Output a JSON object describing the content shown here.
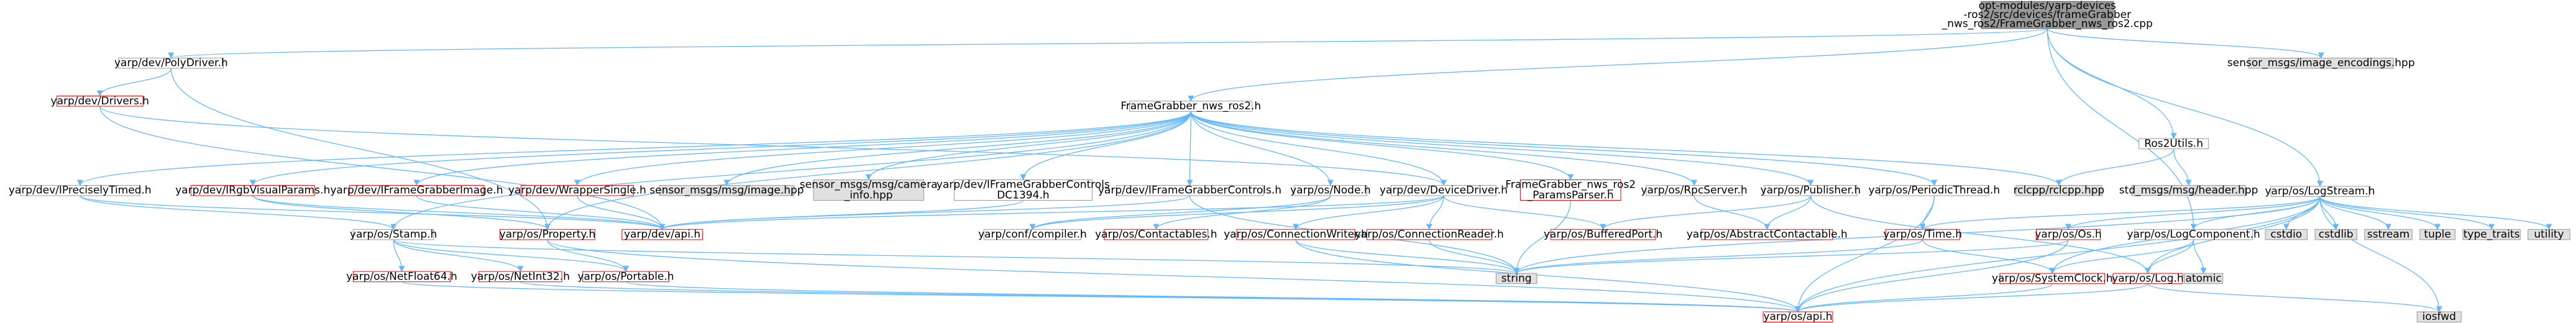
{
  "diagram": {
    "colors": {
      "edge": "#63b8ff",
      "edge_alt": "#aaaaaa",
      "root_fill": "#999999",
      "root_border": "#666666",
      "normal_fill": "#ffffff",
      "normal_border": "#999999",
      "external_fill": "#e0e0e0",
      "external_border": "#999999",
      "link_border": "#ff0000"
    },
    "nodes": [
      {
        "id": "root",
        "style": "root",
        "lines": [
          "opt-modules/yarp-devices",
          "-ros2/src/devices/frameGrabber",
          "_nws_ros2/FrameGrabber_nws_ros2.cpp"
        ]
      },
      {
        "id": "polydriver",
        "style": "normal",
        "lines": [
          "yarp/dev/PolyDriver.h"
        ]
      },
      {
        "id": "drivers",
        "style": "link",
        "lines": [
          "yarp/dev/Drivers.h"
        ]
      },
      {
        "id": "fgh",
        "style": "normal",
        "lines": [
          "FrameGrabber_nws_ros2.h"
        ]
      },
      {
        "id": "ros2utils",
        "style": "normal",
        "lines": [
          "Ros2Utils.h"
        ]
      },
      {
        "id": "sensor_enc",
        "style": "external",
        "lines": [
          "sensor_msgs/image_encodings.hpp"
        ]
      },
      {
        "id": "logstream",
        "style": "normal",
        "lines": [
          "yarp/os/LogStream.h"
        ]
      },
      {
        "id": "precisely",
        "style": "normal",
        "lines": [
          "yarp/dev/IPreciselyTimed.h"
        ]
      },
      {
        "id": "rgbvisual",
        "style": "link",
        "lines": [
          "yarp/dev/IRgbVisualParams.h"
        ]
      },
      {
        "id": "fgimage",
        "style": "link",
        "lines": [
          "yarp/dev/IFrameGrabberImage.h"
        ]
      },
      {
        "id": "wrapper",
        "style": "link",
        "lines": [
          "yarp/dev/WrapperSingle.h"
        ]
      },
      {
        "id": "sensor_image",
        "style": "external",
        "lines": [
          "sensor_msgs/msg/image.hpp"
        ]
      },
      {
        "id": "sensor_caminfo",
        "style": "external",
        "lines": [
          "sensor_msgs/msg/camera",
          "_info.hpp"
        ]
      },
      {
        "id": "fgcontrols1394",
        "style": "normal",
        "lines": [
          "yarp/dev/IFrameGrabberControls",
          "DC1394.h"
        ]
      },
      {
        "id": "fgcontrols",
        "style": "normal",
        "lines": [
          "yarp/dev/IFrameGrabberControls.h"
        ]
      },
      {
        "id": "node",
        "style": "normal",
        "lines": [
          "yarp/os/Node.h"
        ]
      },
      {
        "id": "devicedriver",
        "style": "normal",
        "lines": [
          "yarp/dev/DeviceDriver.h"
        ]
      },
      {
        "id": "paramsparser",
        "style": "link",
        "lines": [
          "FrameGrabber_nws_ros2",
          "_ParamsParser.h"
        ]
      },
      {
        "id": "rpcserver",
        "style": "normal",
        "lines": [
          "yarp/os/RpcServer.h"
        ]
      },
      {
        "id": "publisher",
        "style": "normal",
        "lines": [
          "yarp/os/Publisher.h"
        ]
      },
      {
        "id": "periodic",
        "style": "normal",
        "lines": [
          "yarp/os/PeriodicThread.h"
        ]
      },
      {
        "id": "rclcpp",
        "style": "external",
        "lines": [
          "rclcpp/rclcpp.hpp"
        ]
      },
      {
        "id": "stdheader",
        "style": "external",
        "lines": [
          "std_msgs/msg/header.hpp"
        ]
      },
      {
        "id": "stamp",
        "style": "normal",
        "lines": [
          "yarp/os/Stamp.h"
        ]
      },
      {
        "id": "property",
        "style": "link",
        "lines": [
          "yarp/os/Property.h"
        ]
      },
      {
        "id": "devapi",
        "style": "link",
        "lines": [
          "yarp/dev/api.h"
        ]
      },
      {
        "id": "confcompiler",
        "style": "normal",
        "lines": [
          "yarp/conf/compiler.h"
        ]
      },
      {
        "id": "contactables",
        "style": "link",
        "lines": [
          "yarp/os/Contactables.h"
        ]
      },
      {
        "id": "connwriter",
        "style": "link",
        "lines": [
          "yarp/os/ConnectionWriter.h"
        ]
      },
      {
        "id": "connreader",
        "style": "link",
        "lines": [
          "yarp/os/ConnectionReader.h"
        ]
      },
      {
        "id": "bufferedport",
        "style": "link",
        "lines": [
          "yarp/os/BufferedPort.h"
        ]
      },
      {
        "id": "abscontactable",
        "style": "link",
        "lines": [
          "yarp/os/AbstractContactable.h"
        ]
      },
      {
        "id": "time",
        "style": "link",
        "lines": [
          "yarp/os/Time.h"
        ]
      },
      {
        "id": "os",
        "style": "link",
        "lines": [
          "yarp/os/Os.h"
        ]
      },
      {
        "id": "logcomponent",
        "style": "normal",
        "lines": [
          "yarp/os/LogComponent.h"
        ]
      },
      {
        "id": "cstdio",
        "style": "external",
        "lines": [
          "cstdio"
        ]
      },
      {
        "id": "cstdlib",
        "style": "external",
        "lines": [
          "cstdlib"
        ]
      },
      {
        "id": "sstream",
        "style": "external",
        "lines": [
          "sstream"
        ]
      },
      {
        "id": "tuple",
        "style": "external",
        "lines": [
          "tuple"
        ]
      },
      {
        "id": "typetraits",
        "style": "external",
        "lines": [
          "type_traits"
        ]
      },
      {
        "id": "utility",
        "style": "external",
        "lines": [
          "utility"
        ]
      },
      {
        "id": "netfloat64",
        "style": "link",
        "lines": [
          "yarp/os/NetFloat64.h"
        ]
      },
      {
        "id": "netint32",
        "style": "link",
        "lines": [
          "yarp/os/NetInt32.h"
        ]
      },
      {
        "id": "portable",
        "style": "link",
        "lines": [
          "yarp/os/Portable.h"
        ]
      },
      {
        "id": "string",
        "style": "external",
        "lines": [
          "string"
        ]
      },
      {
        "id": "systemclock",
        "style": "link",
        "lines": [
          "yarp/os/SystemClock.h"
        ]
      },
      {
        "id": "log",
        "style": "link",
        "lines": [
          "yarp/os/Log.h"
        ]
      },
      {
        "id": "atomic",
        "style": "external",
        "lines": [
          "atomic"
        ]
      },
      {
        "id": "osapi",
        "style": "link",
        "lines": [
          "yarp/os/api.h"
        ]
      },
      {
        "id": "iosfwd",
        "style": "external",
        "lines": [
          "iosfwd"
        ]
      }
    ],
    "edges": [
      [
        "root",
        "polydriver"
      ],
      [
        "root",
        "fgh"
      ],
      [
        "root",
        "ros2utils"
      ],
      [
        "root",
        "sensor_enc"
      ],
      [
        "root",
        "logstream"
      ],
      [
        "root",
        "logcomponent"
      ],
      [
        "polydriver",
        "drivers"
      ],
      [
        "polydriver",
        "property"
      ],
      [
        "drivers",
        "devapi"
      ],
      [
        "drivers",
        "devicedriver"
      ],
      [
        "fgh",
        "precisely"
      ],
      [
        "fgh",
        "rgbvisual"
      ],
      [
        "fgh",
        "fgimage"
      ],
      [
        "fgh",
        "wrapper"
      ],
      [
        "fgh",
        "sensor_image"
      ],
      [
        "fgh",
        "sensor_caminfo"
      ],
      [
        "fgh",
        "fgcontrols1394"
      ],
      [
        "fgh",
        "fgcontrols"
      ],
      [
        "fgh",
        "node"
      ],
      [
        "fgh",
        "devicedriver"
      ],
      [
        "fgh",
        "paramsparser"
      ],
      [
        "fgh",
        "rpcserver"
      ],
      [
        "fgh",
        "publisher"
      ],
      [
        "fgh",
        "periodic"
      ],
      [
        "fgh",
        "rclcpp"
      ],
      [
        "fgh",
        "stamp"
      ],
      [
        "fgh",
        "property"
      ],
      [
        "ros2utils",
        "rclcpp"
      ],
      [
        "ros2utils",
        "stdheader"
      ],
      [
        "precisely",
        "stamp"
      ],
      [
        "precisely",
        "devapi"
      ],
      [
        "rgbvisual",
        "property"
      ],
      [
        "rgbvisual",
        "devapi"
      ],
      [
        "fgimage",
        "devapi"
      ],
      [
        "wrapper",
        "devapi"
      ],
      [
        "fgcontrols1394",
        "devapi"
      ],
      [
        "fgcontrols",
        "devapi"
      ],
      [
        "fgcontrols",
        "string"
      ],
      [
        "node",
        "contactables"
      ],
      [
        "node",
        "confcompiler"
      ],
      [
        "devicedriver",
        "devapi"
      ],
      [
        "devicedriver",
        "confcompiler"
      ],
      [
        "devicedriver",
        "connwriter"
      ],
      [
        "devicedriver",
        "connreader"
      ],
      [
        "devicedriver",
        "bufferedport"
      ],
      [
        "paramsparser",
        "string"
      ],
      [
        "rpcserver",
        "abscontactable"
      ],
      [
        "publisher",
        "abscontactable"
      ],
      [
        "publisher",
        "bufferedport"
      ],
      [
        "publisher",
        "log"
      ],
      [
        "periodic",
        "time"
      ],
      [
        "periodic",
        "osapi"
      ],
      [
        "logstream",
        "time"
      ],
      [
        "logstream",
        "os"
      ],
      [
        "logstream",
        "logcomponent"
      ],
      [
        "logstream",
        "cstdio"
      ],
      [
        "logstream",
        "cstdlib"
      ],
      [
        "logstream",
        "sstream"
      ],
      [
        "logstream",
        "tuple"
      ],
      [
        "logstream",
        "typetraits"
      ],
      [
        "logstream",
        "utility"
      ],
      [
        "logstream",
        "string"
      ],
      [
        "logstream",
        "systemclock"
      ],
      [
        "logstream",
        "log"
      ],
      [
        "logstream",
        "osapi"
      ],
      [
        "logstream",
        "iosfwd"
      ],
      [
        "stamp",
        "netfloat64"
      ],
      [
        "stamp",
        "netint32"
      ],
      [
        "stamp",
        "portable"
      ],
      [
        "stamp",
        "string"
      ],
      [
        "property",
        "portable"
      ],
      [
        "property",
        "osapi"
      ],
      [
        "connwriter",
        "string"
      ],
      [
        "connwriter",
        "osapi"
      ],
      [
        "connreader",
        "string"
      ],
      [
        "time",
        "string"
      ],
      [
        "time",
        "systemclock"
      ],
      [
        "os",
        "string"
      ],
      [
        "os",
        "osapi"
      ],
      [
        "logcomponent",
        "log"
      ],
      [
        "logcomponent",
        "atomic"
      ],
      [
        "logcomponent",
        "systemclock"
      ],
      [
        "netfloat64",
        "osapi"
      ],
      [
        "netint32",
        "osapi"
      ],
      [
        "portable",
        "osapi"
      ],
      [
        "systemclock",
        "osapi"
      ],
      [
        "log",
        "osapi"
      ],
      [
        "log",
        "iosfwd"
      ]
    ]
  }
}
